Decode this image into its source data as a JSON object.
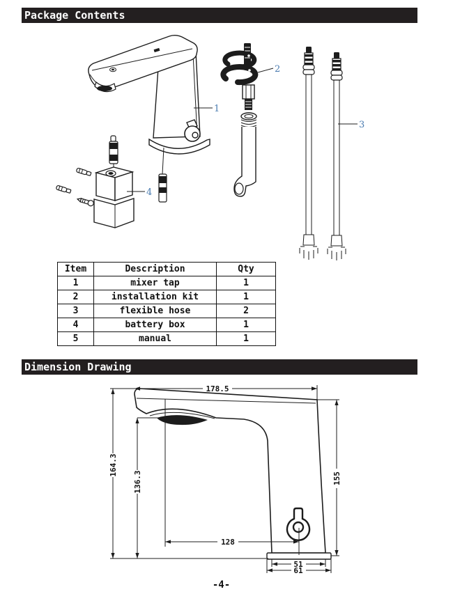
{
  "page": {
    "number": "-4-"
  },
  "sections": {
    "package_contents": {
      "title": "Package Contents"
    },
    "dimension_drawing": {
      "title": "Dimension Drawing"
    }
  },
  "parts_table": {
    "headers": {
      "item": "Item",
      "description": "Description",
      "qty": "Qty"
    },
    "rows": [
      {
        "item": "1",
        "description": "mixer tap",
        "qty": "1"
      },
      {
        "item": "2",
        "description": "installation kit",
        "qty": "1"
      },
      {
        "item": "3",
        "description": "flexible hose",
        "qty": "2"
      },
      {
        "item": "4",
        "description": "battery box",
        "qty": "1"
      },
      {
        "item": "5",
        "description": "manual",
        "qty": "1"
      }
    ]
  },
  "callouts": {
    "mixer_tap": "1",
    "installation_kit": "2",
    "flexible_hose": "3",
    "battery_box": "4"
  },
  "dimensions": {
    "spout_length": "178.5",
    "total_height": "164.3",
    "aerator_height": "136.3",
    "body_height": "155",
    "sensor_offset": "128",
    "base_inner_width": "51",
    "base_outer_width": "61"
  },
  "colors": {
    "callout": "#4a7bb0",
    "header_bg": "#231f20",
    "line": "#1c1c1c"
  }
}
